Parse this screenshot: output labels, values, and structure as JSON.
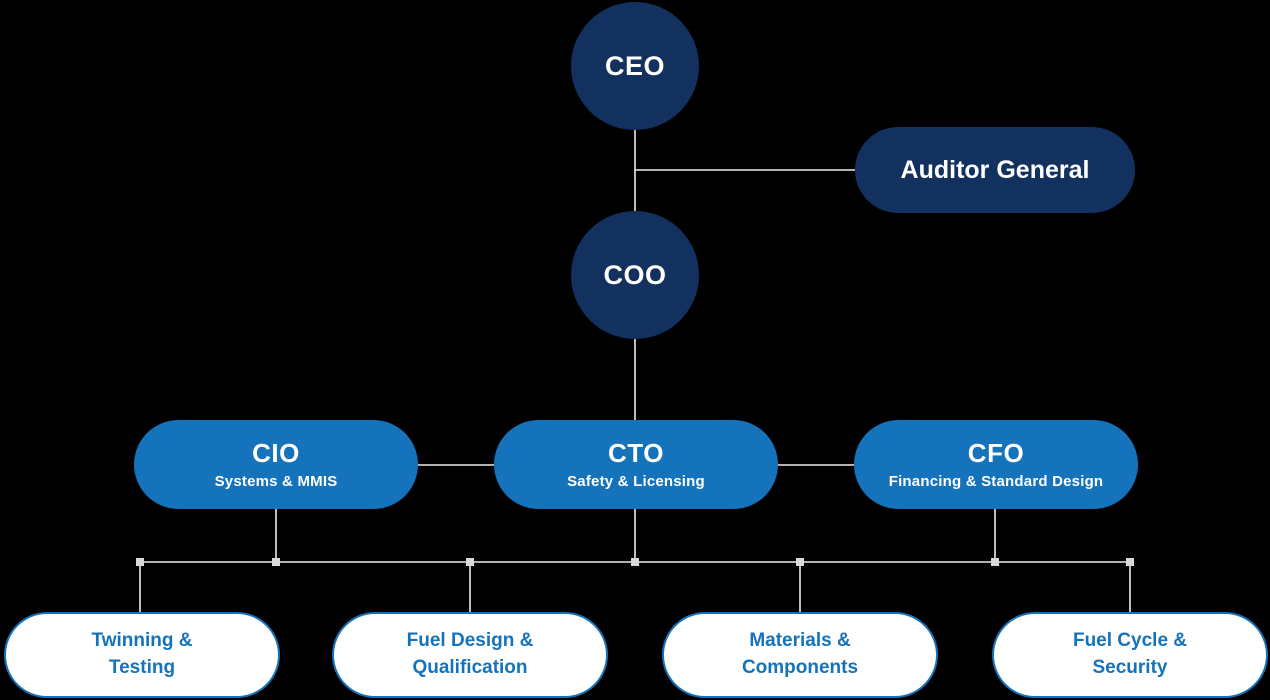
{
  "canvas": {
    "background": "#000000"
  },
  "colors": {
    "navy": "#12315E",
    "blue": "#1573BC",
    "white": "#FFFFFF",
    "connector_line": "#EDEDED",
    "junction_marker": "#D9D9D9"
  },
  "org_chart": {
    "executives": {
      "ceo": {
        "label": "CEO"
      },
      "auditor_general": {
        "label": "Auditor General"
      },
      "coo": {
        "label": "COO"
      }
    },
    "officers": [
      {
        "title": "CIO",
        "subtitle": "Systems & MMIS"
      },
      {
        "title": "CTO",
        "subtitle": "Safety & Licensing"
      },
      {
        "title": "CFO",
        "subtitle": "Financing & Standard Design"
      }
    ],
    "departments": [
      {
        "line1": "Twinning &",
        "line2": "Testing"
      },
      {
        "line1": "Fuel Design &",
        "line2": "Qualification"
      },
      {
        "line1": "Materials &",
        "line2": "Components"
      },
      {
        "line1": "Fuel Cycle &",
        "line2": "Security"
      }
    ]
  }
}
